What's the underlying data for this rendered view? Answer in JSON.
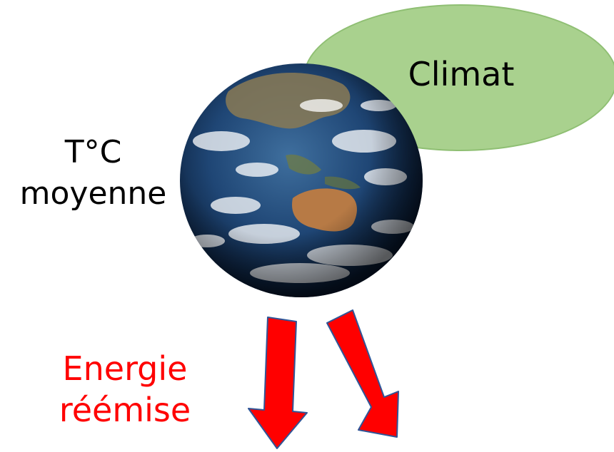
{
  "diagram": {
    "climate_label": "Climat",
    "temperature_label_line1": "T°C",
    "temperature_label_line2": "moyenne",
    "energy_label_line1": "Energie",
    "energy_label_line2": "réémise"
  },
  "colors": {
    "ellipse_fill": "#a9d18e",
    "ellipse_stroke": "#8fbf73",
    "arrow_fill": "#ff0000",
    "arrow_stroke": "#2f5597",
    "energy_text": "#ff0000",
    "text": "#000000"
  },
  "icons": {
    "earth": "earth-globe-icon",
    "arrows": "down-arrow-icon"
  }
}
